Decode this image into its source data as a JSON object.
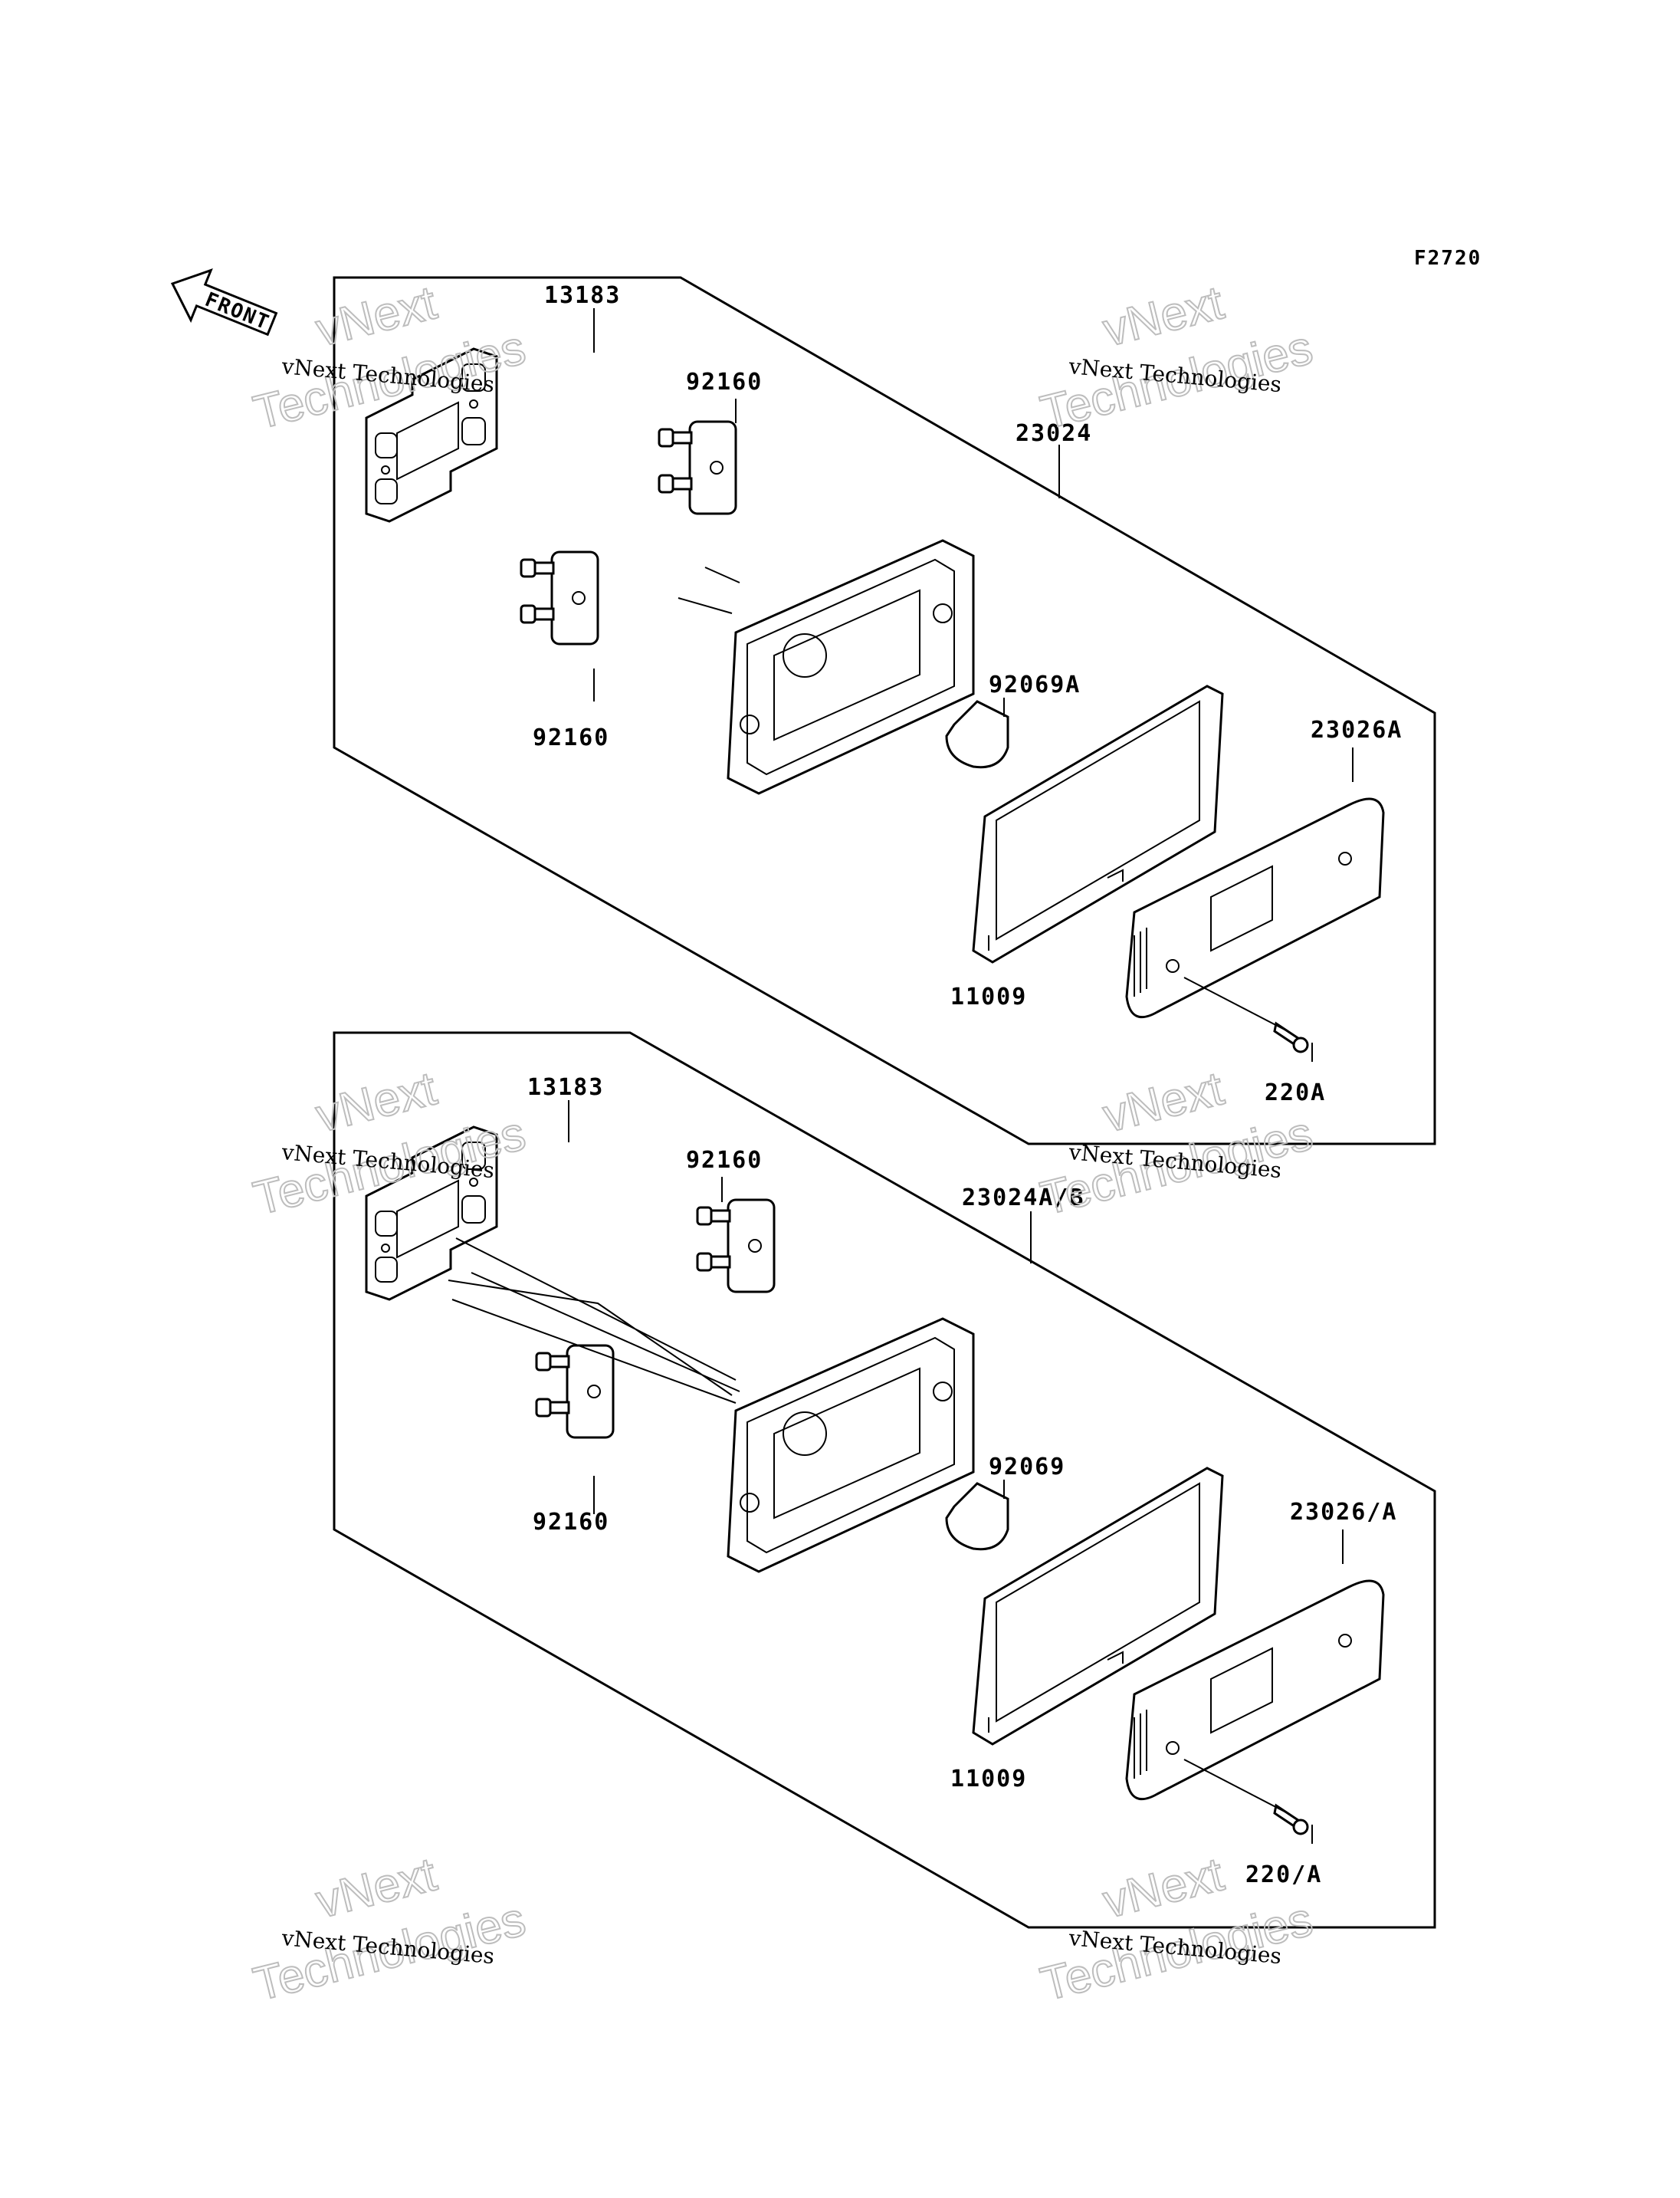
{
  "figure_code": "F2720",
  "front_label": "FRONT",
  "watermark": {
    "line1": "vNext Technologies",
    "line2": "vNext",
    "line3": "Technologies"
  },
  "upper_assembly": {
    "assembly_label": "23024",
    "parts": {
      "bracket": "13183",
      "clip_top": "92160",
      "clip_bottom": "92160",
      "bulb": "92069A",
      "gasket": "11009",
      "lens": "23026A",
      "screw": "220A"
    }
  },
  "lower_assembly": {
    "assembly_label": "23024A/B",
    "parts": {
      "bracket": "13183",
      "clip_top": "92160",
      "clip_bottom": "92160",
      "bulb": "92069",
      "gasket": "11009",
      "lens": "23026/A",
      "screw": "220/A"
    }
  }
}
